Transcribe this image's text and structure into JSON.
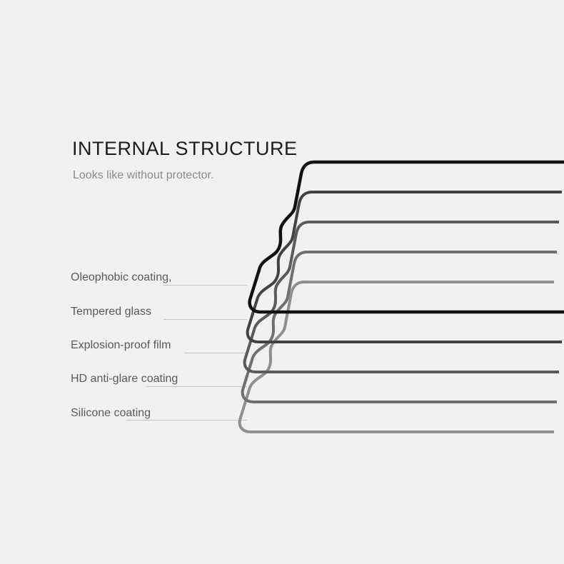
{
  "heading": {
    "title": "INTERNAL STRUCTURE",
    "subtitle": "Looks like without protector."
  },
  "layers": [
    {
      "label": "Oleophobic coating,"
    },
    {
      "label": "Tempered glass"
    },
    {
      "label": "Explosion-proof film"
    },
    {
      "label": "HD anti-glare coating"
    },
    {
      "label": "Silicone coating"
    }
  ],
  "colors": {
    "background": "#f1f1f1",
    "frame": "#111111"
  }
}
